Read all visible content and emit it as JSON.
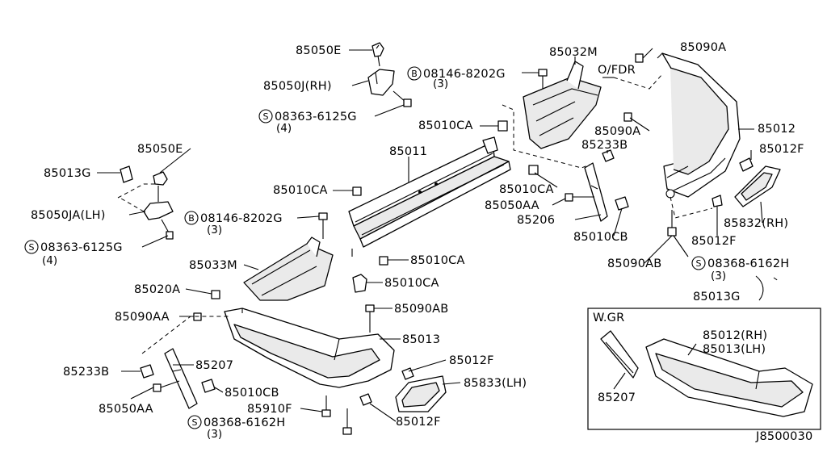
{
  "drawing_id": "J8500030",
  "inset": {
    "title": "W.GR"
  },
  "fdr_mark": "O/FDR",
  "callouts": {
    "p85050E_top": "85050E",
    "p85050J": "85050J(RH)",
    "s08363_top": "08363-6125G",
    "s08363_top_qty": "(4)",
    "p85050E_mid": "85050E",
    "p85013G_left": "85013G",
    "p85050JA": "85050JA(LH)",
    "s08363_left": "08363-6125G",
    "s08363_left_qty": "(4)",
    "b08146_top": "08146-8202G",
    "b08146_top_qty": "(3)",
    "p85032M": "85032M",
    "p85090A_top": "85090A",
    "p85010CA_a": "85010CA",
    "p85011": "85011",
    "p85090A_mid": "85090A",
    "p85012": "85012",
    "p85233B_right": "85233B",
    "p85012F_right": "85012F",
    "p85010CA_b": "85010CA",
    "p85010CA_c": "85010CA",
    "b08146_mid": "08146-8202G",
    "b08146_mid_qty": "(3)",
    "p85050AA_right": "85050AA",
    "p85206": "85206",
    "p85832": "85832(RH)",
    "p85010CB_right": "85010CB",
    "p85012F_mid": "85012F",
    "p85033M": "85033M",
    "p85010CA_d": "85010CA",
    "p85090AB_right": "85090AB",
    "s08368_right": "08368-6162H",
    "s08368_right_qty": "(3)",
    "p85020A": "85020A",
    "p85010CA_e": "85010CA",
    "p85013G_right": "85013G",
    "p85090AA": "85090AA",
    "p85090AB_mid": "85090AB",
    "p85013": "85013",
    "p85012F_low": "85012F",
    "p85233B_left": "85233B",
    "p85207": "85207",
    "p85833": "85833(LH)",
    "p85010CB_left": "85010CB",
    "p85050AA_left": "85050AA",
    "p85910F": "85910F",
    "p85012F_bottom": "85012F",
    "s08368_bottom": "08368-6162H",
    "s08368_bottom_qty": "(3)",
    "inset_85012": "85012(RH)",
    "inset_85013": "85013(LH)",
    "inset_85207": "85207"
  },
  "symbols": {
    "screw": "S",
    "bolt": "B"
  }
}
